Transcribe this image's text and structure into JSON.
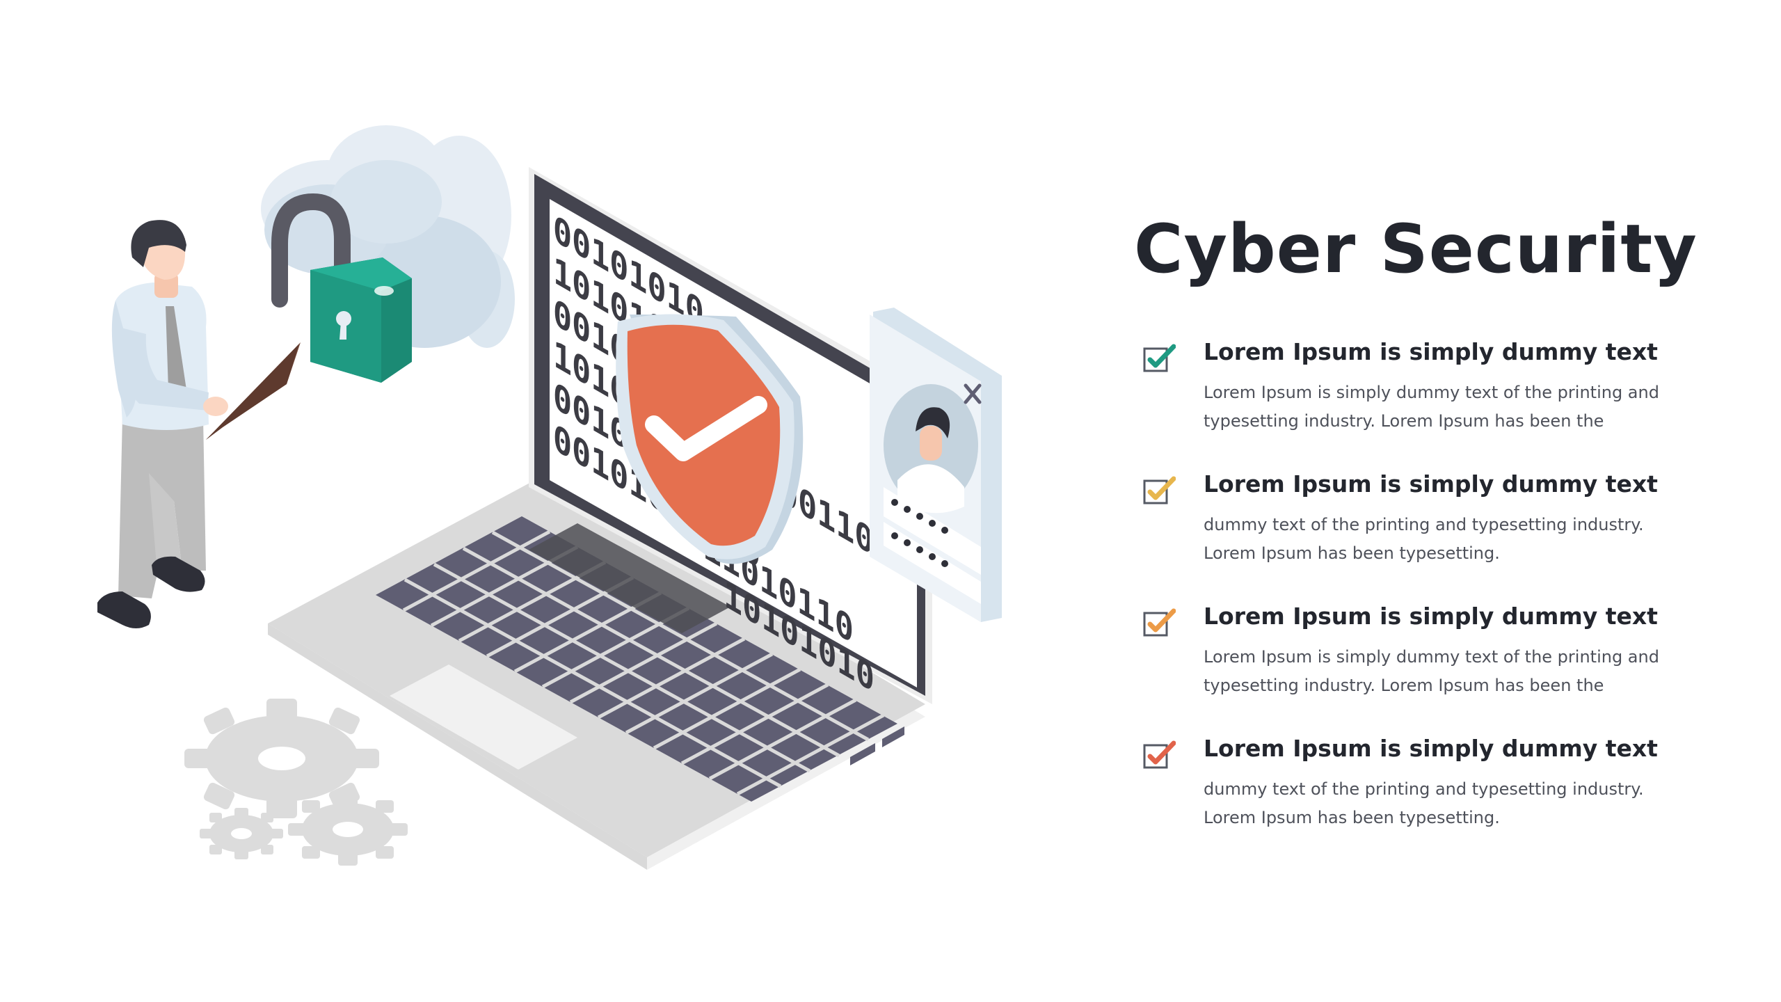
{
  "title": "Cyber Security",
  "binary": {
    "rows": [
      "00101010",
      "10101010",
      "00100100",
      "10101100",
      "00101010",
      "00101011010",
      "11010110",
      "10101010",
      "00110100"
    ]
  },
  "items": [
    {
      "heading": "Lorem Ipsum is simply dummy text",
      "line1": "Lorem Ipsum is simply dummy text of the printing and",
      "line2": "typesetting industry. Lorem Ipsum has been the",
      "color": "#1f9a82"
    },
    {
      "heading": "Lorem Ipsum is simply dummy text",
      "line1": "dummy text of the printing and typesetting industry.",
      "line2": "Lorem Ipsum has been typesetting.",
      "color": "#e7b64d"
    },
    {
      "heading": "Lorem Ipsum is simply dummy text",
      "line1": "Lorem Ipsum is simply dummy text of the printing and",
      "line2": "typesetting industry. Lorem Ipsum has been the",
      "color": "#ec9b47"
    },
    {
      "heading": "Lorem Ipsum is simply dummy text",
      "line1": "dummy text of the printing and typesetting industry.",
      "line2": "Lorem Ipsum has been typesetting.",
      "color": "#e1634a"
    }
  ],
  "colors": {
    "shield": "#e5704f",
    "padlock": "#1f9a82",
    "keyboard": "#5f5e73",
    "cloud": "#dce7f0",
    "title_text": "#23262e"
  },
  "icons": [
    "cloud-icon",
    "padlock-icon",
    "shield-check-icon",
    "gear-icon",
    "user-avatar-icon",
    "close-icon",
    "checkbox-check-icon"
  ]
}
